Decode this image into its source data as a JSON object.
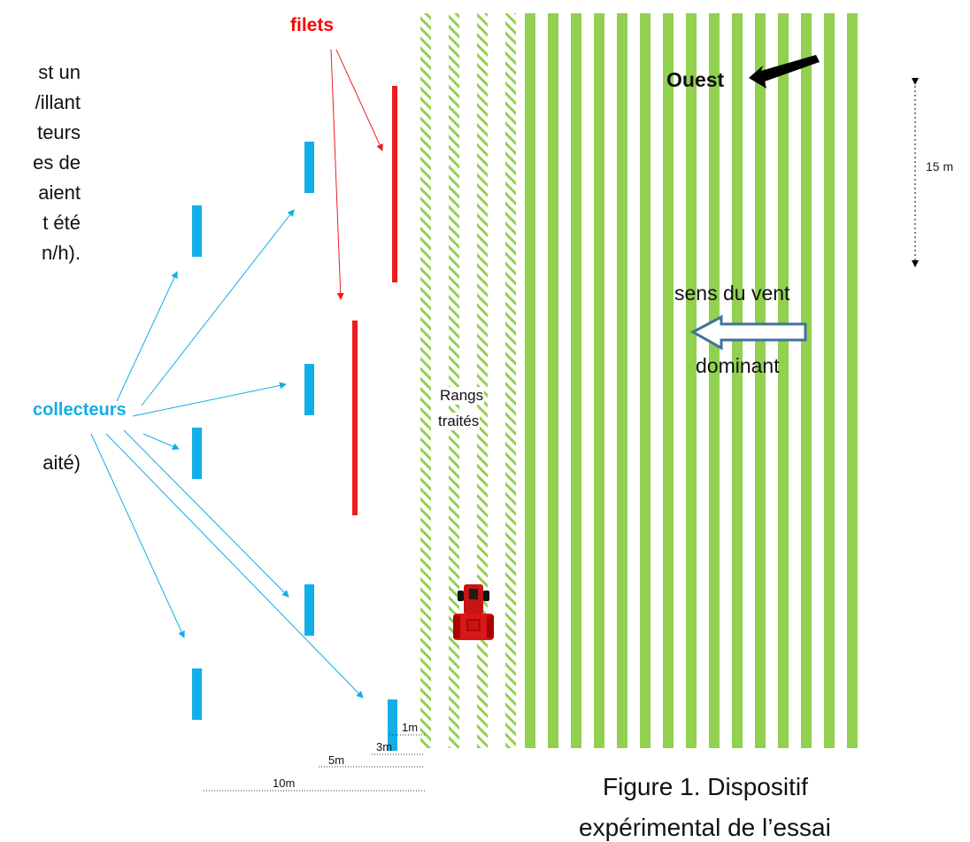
{
  "colors": {
    "net": "#ee1c1c",
    "collector": "#12aee7",
    "row": "#92d050",
    "wind_arrow_fill": "#ffffff",
    "wind_arrow_stroke": "#41719c",
    "title_red": "#ff0000",
    "title_blue": "#12aee7"
  },
  "labels": {
    "filets": "filets",
    "collecteurs": "collecteurs",
    "ouest": "Ouest",
    "scale_15m": "15 m",
    "wind_line1": "sens du vent",
    "wind_line2": "dominant",
    "rangs_line1": "Rangs",
    "rangs_line2": "traités",
    "dist_1m": "1m",
    "dist_3m": "3m",
    "dist_5m": "5m",
    "dist_10m": "10m",
    "caption_line1": "Figure 1. Dispositif",
    "caption_line2": "expérimental de l’essai"
  },
  "side_text": [
    "st un",
    "/illant",
    "teurs",
    "es de",
    "aient",
    "t été",
    "n/h).",
    "aité)"
  ],
  "icons": {
    "tractor": "tractor-icon",
    "north_arrow": "west-arrow-icon",
    "wind": "wind-direction-arrow-icon"
  }
}
